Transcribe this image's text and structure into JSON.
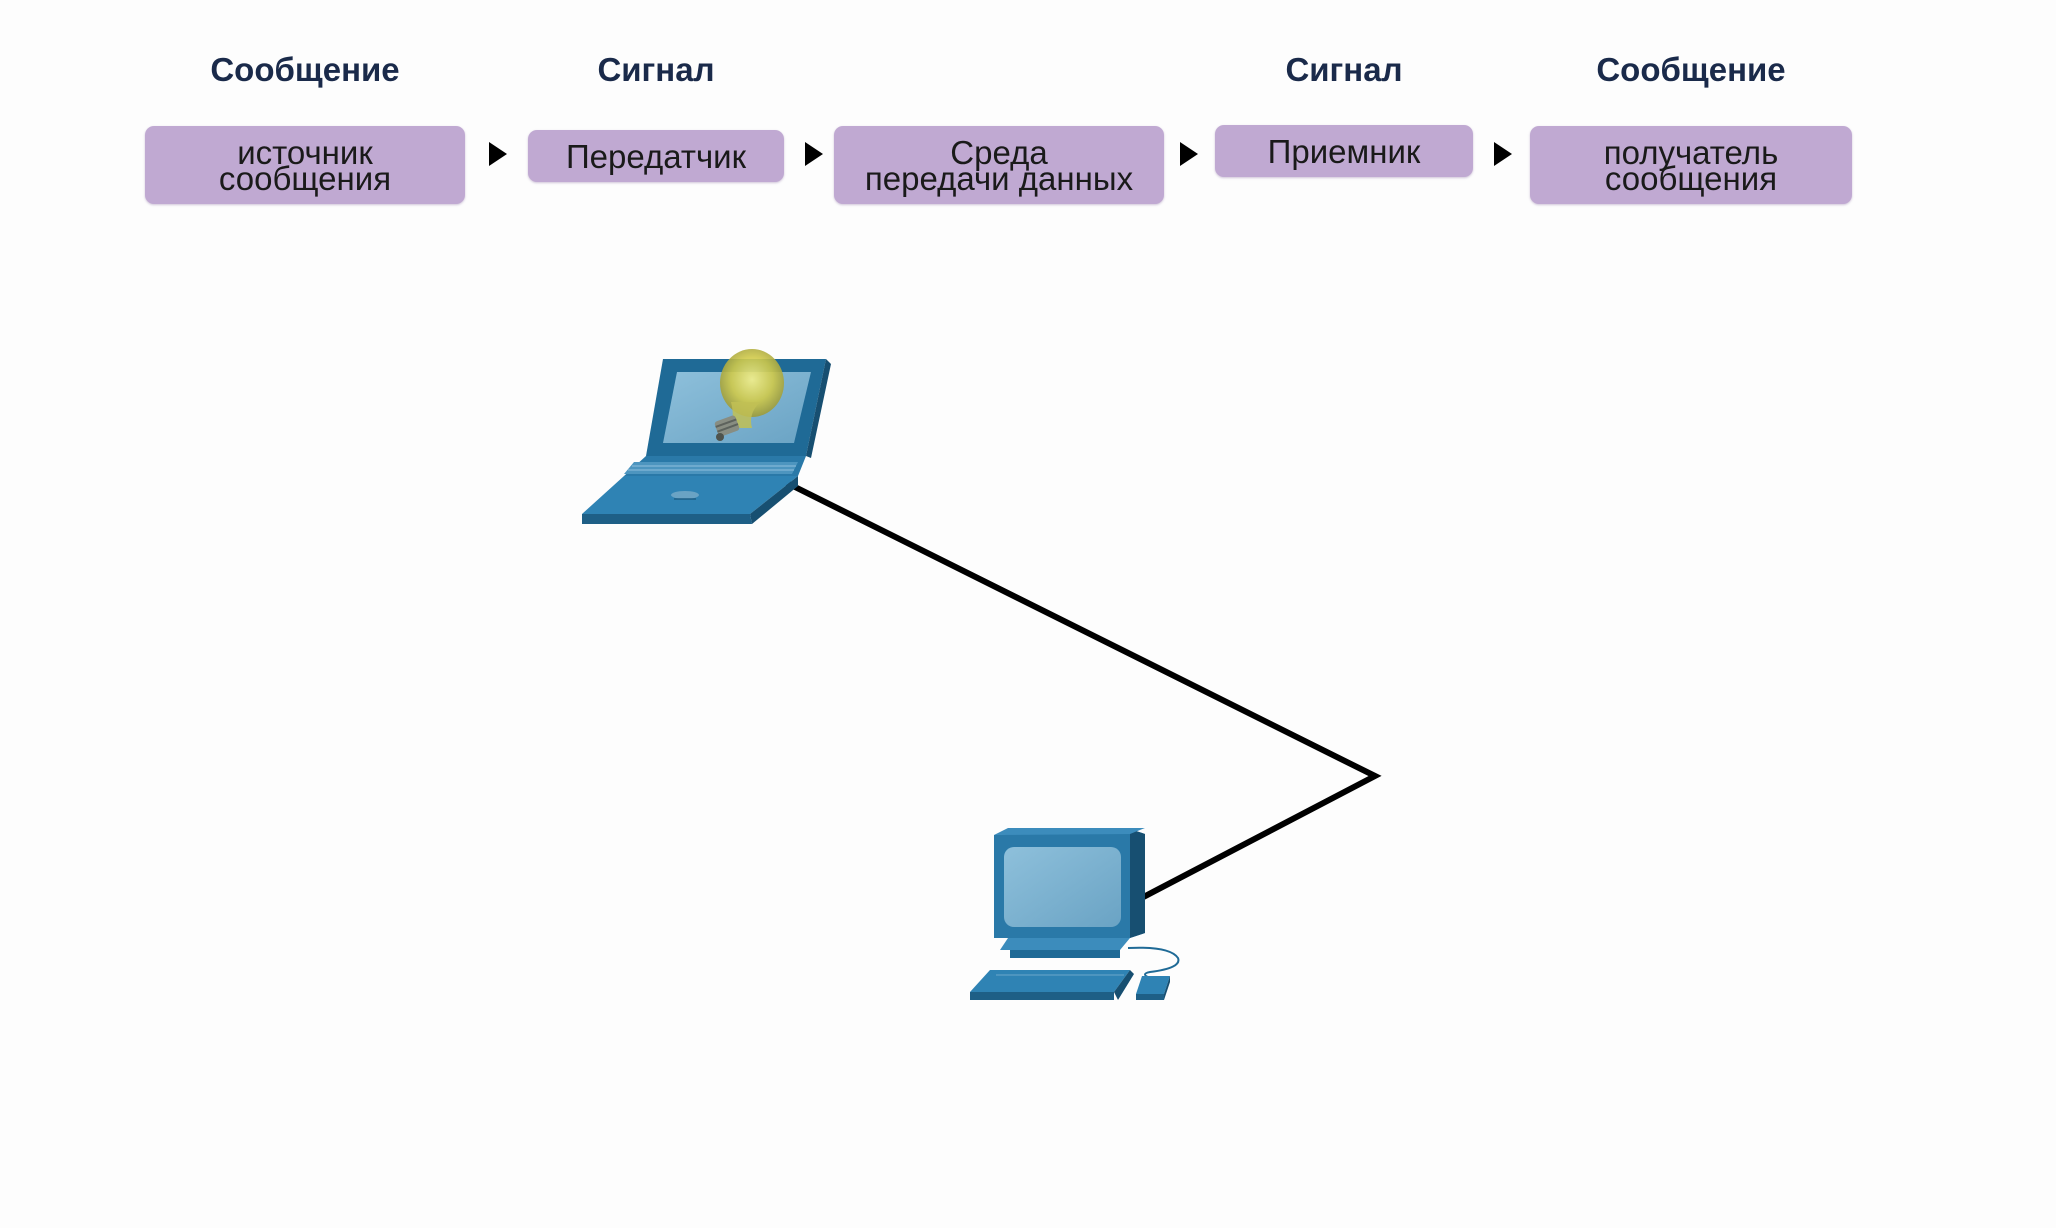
{
  "headers": {
    "source_message": "Сообщение",
    "transmitter_signal": "Сигнал",
    "receiver_signal": "Сигнал",
    "destination_message": "Сообщение"
  },
  "stages": {
    "source": "источник\nсообщения",
    "transmitter": "Передатчик",
    "medium": "Среда\nпередачи данных",
    "receiver": "Приемник",
    "destination": "получатель\nсообщения"
  },
  "colors": {
    "stage_fill": "#c0a9d2",
    "header_text": "#1a2a4a",
    "device_blue": "#2a79a8",
    "device_screen": "#7db3d1",
    "cable": "#000000"
  },
  "icons": {
    "sender": "laptop-icon",
    "idea": "lightbulb-icon",
    "receiver": "desktop-computer-icon"
  }
}
